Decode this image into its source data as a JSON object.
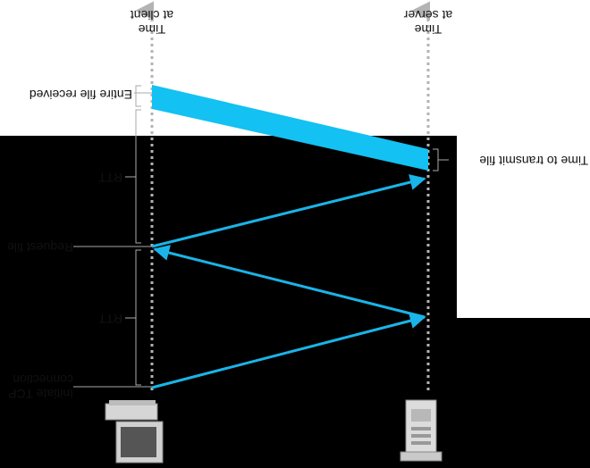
{
  "diagram": {
    "client_time_label": "Time",
    "client_location_label": "at client",
    "server_time_label": "Time",
    "server_location_label": "at server",
    "initiate_line1": "Initiate TCP",
    "initiate_line2": "connection",
    "rtt_label_1": "RTT",
    "request_file_label": "Request file",
    "rtt_label_2": "RTT",
    "file_received_label": "Entire file received",
    "transmit_time_label": "Time to transmit file",
    "colors": {
      "arrow": "#1ab4e8",
      "transmission": "#13c1f2",
      "timeline": "#b3b3b3",
      "background": "#000000"
    },
    "icons": [
      "client-computer-icon",
      "server-tower-icon"
    ]
  }
}
